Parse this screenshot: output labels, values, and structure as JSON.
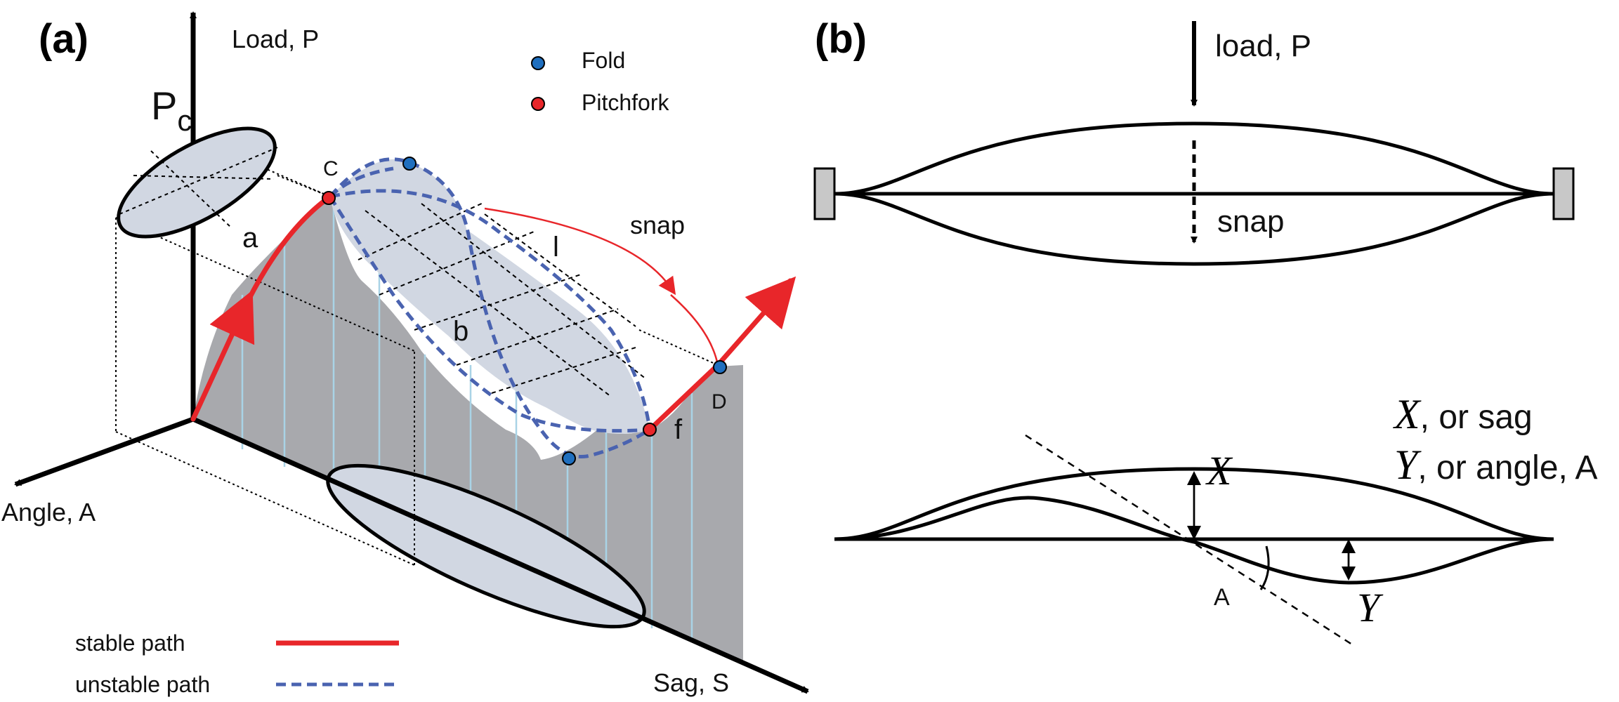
{
  "panel_a": {
    "label": "(a)",
    "axis_load": "Load, P",
    "axis_angle": "Angle, A",
    "axis_sag": "Sag, S",
    "critical_load_base": "P",
    "critical_load_sub": "c",
    "legend": {
      "fold": "Fold",
      "pitchfork": "Pitchfork",
      "stable": "stable path",
      "unstable": "unstable path"
    },
    "points": {
      "c": "C",
      "d": "D",
      "a": "a",
      "b": "b",
      "f": "f",
      "snap": "snap"
    },
    "colors": {
      "stable": "#e8262a",
      "unstable": "#4a63b0",
      "fold": "#1f6fbf",
      "pitchfork": "#e8262a",
      "surface": "#a8a9ad",
      "projection": "#d1d7e2",
      "hatch": "#a9d3e6"
    }
  },
  "panel_b": {
    "label": "(b)",
    "load": "load, P",
    "snap": "snap",
    "x_var": "X",
    "x_text": ", or sag",
    "y_var": "Y",
    "y_text": ", or angle, A",
    "angle_label": "A",
    "x_marker": "X",
    "y_marker": "Y"
  }
}
